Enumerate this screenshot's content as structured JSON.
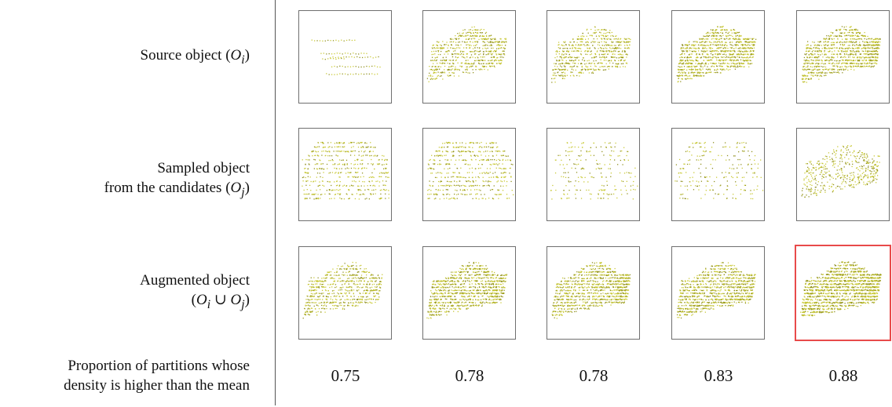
{
  "rows": [
    {
      "label_html": "Source object (<i>O<sub>i</sub></i>)"
    },
    {
      "label_html": "Sampled object<br>from the candidates (<i>O<sub>j</sub></i>)"
    },
    {
      "label_html": "Augmented object<br>(<i>O<sub>i</sub></i> &#8746; <i>O<sub>j</sub></i>)"
    }
  ],
  "metric_label_lines": [
    "Proportion of partitions whose",
    "density is higher than the mean"
  ],
  "values": [
    "0.75",
    "0.78",
    "0.78",
    "0.83",
    "0.88"
  ],
  "highlight_column": 4,
  "colors": {
    "points": "#c8c832",
    "points_dark": "#8f8f1e",
    "highlight": "#e84a4a",
    "border": "#6f6f6f"
  },
  "grid": [
    [
      "sparse-lines",
      "car-side",
      "car-side",
      "car-side-dense",
      "car-side-dense"
    ],
    [
      "car-rear",
      "car-rear",
      "car-rear-sparse",
      "car-rear-sparse",
      "car-side-faint"
    ],
    [
      "car-side",
      "car-side-dense",
      "car-side-dense",
      "car-side-dense",
      "car-side-full"
    ]
  ]
}
